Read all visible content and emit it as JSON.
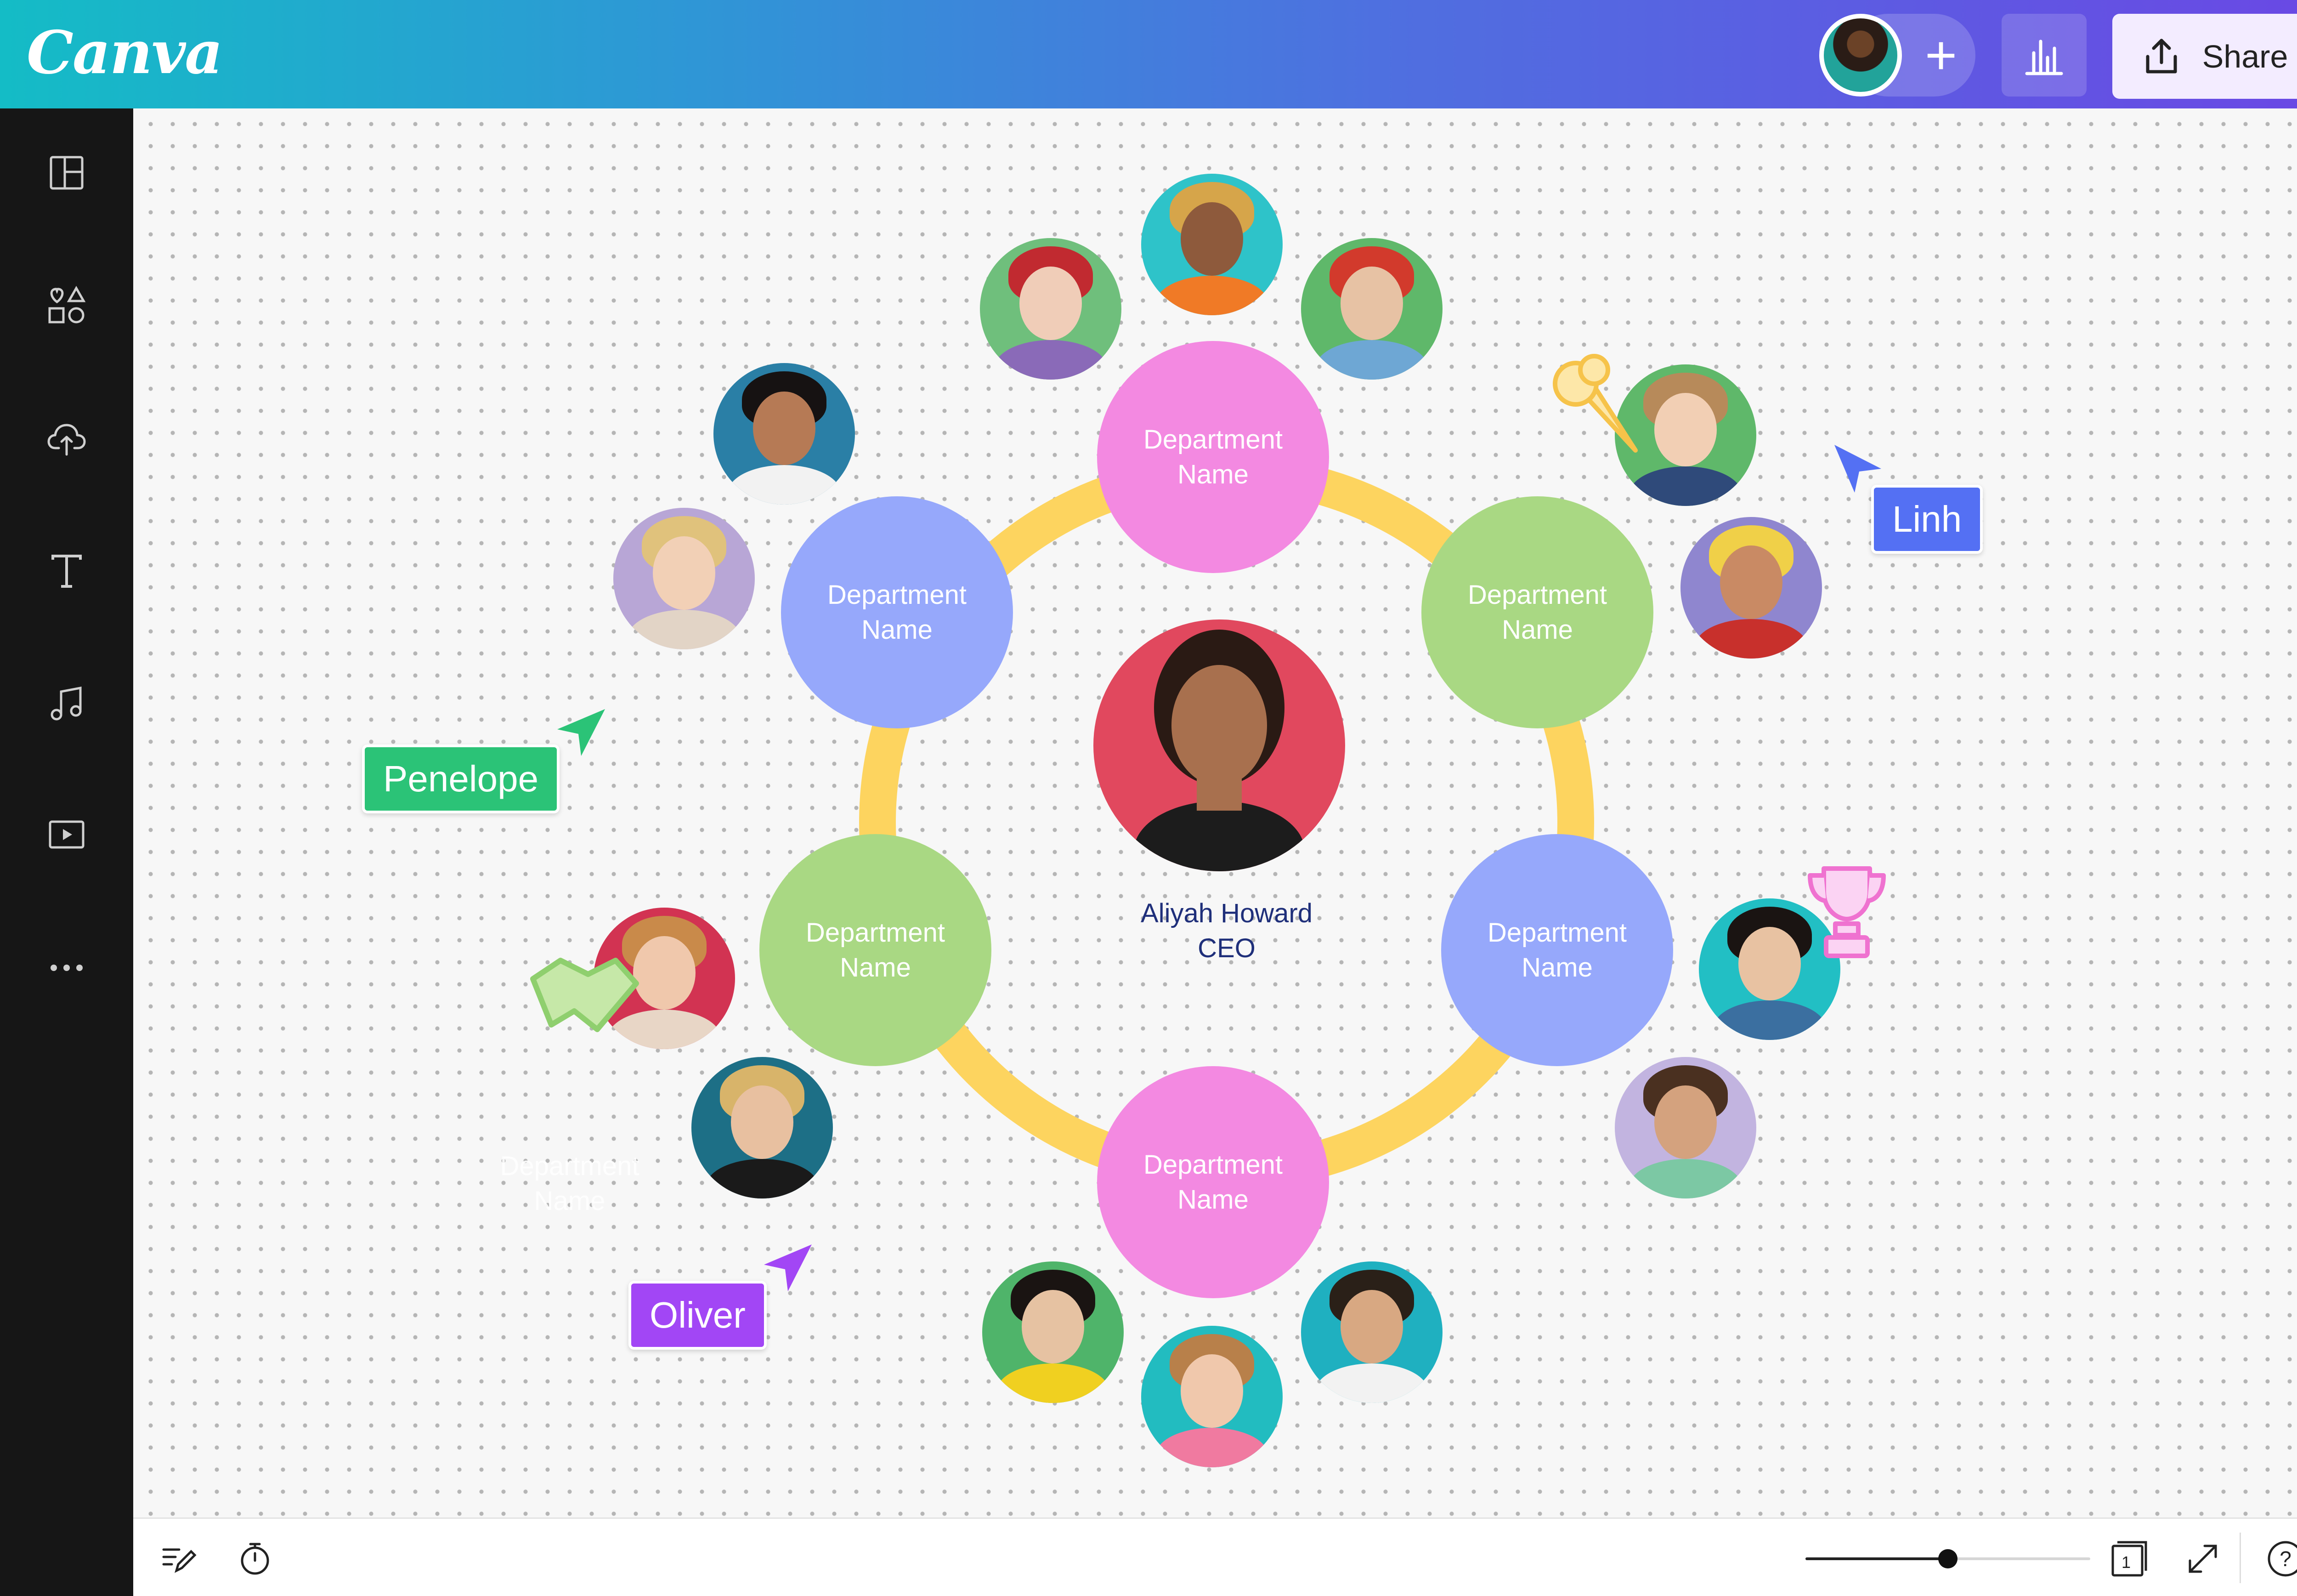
{
  "app": {
    "logo": "Canva",
    "share_label": "Share",
    "collab_add_icon": "plus-icon",
    "insights_icon": "bar-chart-icon"
  },
  "sidebar": {
    "items": [
      {
        "name": "design",
        "icon": "layout-icon"
      },
      {
        "name": "elements",
        "icon": "shapes-icon"
      },
      {
        "name": "uploads",
        "icon": "cloud-upload-icon"
      },
      {
        "name": "text",
        "icon": "text-icon"
      },
      {
        "name": "audio",
        "icon": "music-note-icon"
      },
      {
        "name": "videos",
        "icon": "play-video-icon"
      },
      {
        "name": "more",
        "icon": "more-dots-icon"
      }
    ]
  },
  "canvas": {
    "departments": [
      {
        "id": "top",
        "label": "Department Name",
        "color": "#f389e1"
      },
      {
        "id": "upper-left",
        "label": "Department Name",
        "color": "#96a8fb"
      },
      {
        "id": "upper-right",
        "label": "Department Name",
        "color": "#a9d883"
      },
      {
        "id": "lower-left",
        "label": "Department Name",
        "color": "#a9d883"
      },
      {
        "id": "lower-right",
        "label": "Department Name",
        "color": "#96a8fb"
      },
      {
        "id": "bottom",
        "label": "Department Name",
        "color": "#f389e1"
      }
    ],
    "ceo": {
      "name": "Aliyah Howard",
      "title": "CEO"
    },
    "ghost_label": "Department Name",
    "collaborators": [
      {
        "name": "Linh",
        "color": "#5470f3"
      },
      {
        "name": "Penelope",
        "color": "#2bc377"
      },
      {
        "name": "Oliver",
        "color": "#a246f5"
      }
    ],
    "ring_color": "#fdd45f",
    "stickers": [
      "ice-cream-sticker-icon",
      "trophy-sticker-icon",
      "handshake-sticker-icon"
    ]
  },
  "bottombar": {
    "notes_icon": "notes-icon",
    "timer_icon": "timer-icon",
    "zoom_fraction": 0.5,
    "page_number": "1",
    "fullscreen_icon": "expand-icon",
    "help_icon": "help-icon"
  }
}
